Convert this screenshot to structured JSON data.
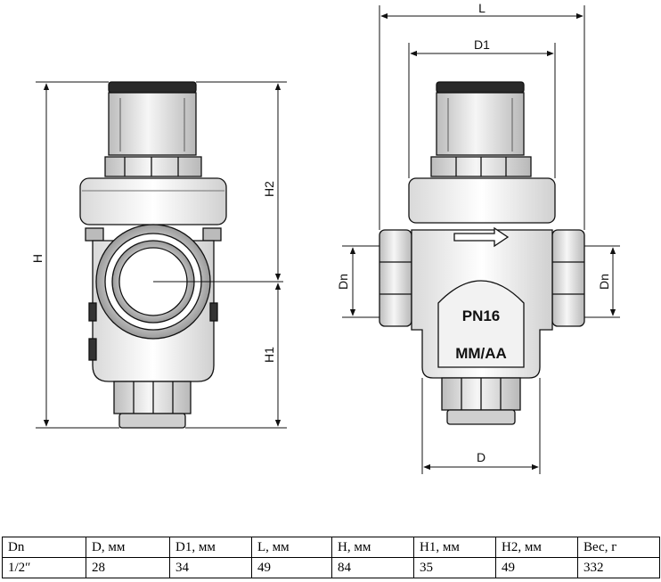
{
  "dimensions": {
    "H": "H",
    "H1": "H1",
    "H2": "H2",
    "L": "L",
    "D1": "D1",
    "D": "D",
    "Dn_left": "Dn",
    "Dn_right": "Dn"
  },
  "body_marking": {
    "pressure": "PN16",
    "code": "MM/AA"
  },
  "table": {
    "headers": [
      "Dn",
      "D, мм",
      "D1, мм",
      "L, мм",
      "H, мм",
      "H1, мм",
      "H2, мм",
      "Вес, г"
    ],
    "row": [
      "1/2″",
      "28",
      "34",
      "49",
      "84",
      "35",
      "49",
      "332"
    ]
  }
}
